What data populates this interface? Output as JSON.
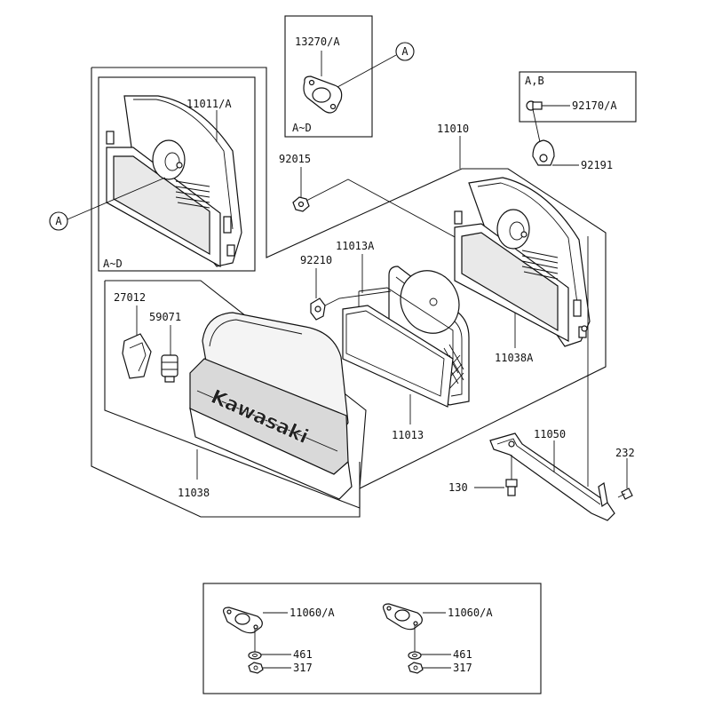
{
  "callout_letter": "A",
  "boxes": {
    "top_gasket_scope": "A~D",
    "left_inner_scope": "A~D",
    "top_right_scope": "A,B"
  },
  "logo_text": "Kawasaki",
  "parts": {
    "p13270A": "13270/A",
    "p11011A": "11011/A",
    "p11010": "11010",
    "p92170A": "92170/A",
    "p92191": "92191",
    "p92015": "92015",
    "p11013A": "11013A",
    "p92210": "92210",
    "p27012": "27012",
    "p59071": "59071",
    "p11038A": "11038A",
    "p11013": "11013",
    "p11050": "11050",
    "p232": "232",
    "p130": "130",
    "p11038": "11038",
    "p11060A_left": "11060/A",
    "p461_left": "461",
    "p317_left": "317",
    "p11060A_right": "11060/A",
    "p461_right": "461",
    "p317_right": "317"
  }
}
